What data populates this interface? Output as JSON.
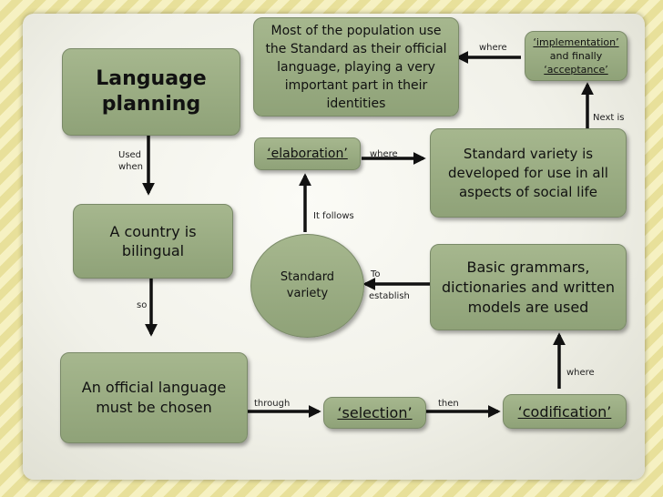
{
  "nodes": {
    "language_planning": "Language planning",
    "country_bilingual": "A country is bilingual",
    "official_language": "An official language must be chosen",
    "selection": "‘selection’",
    "codification": "‘codification’",
    "basic_grammars": "Basic grammars, dictionaries and written models are used",
    "standard_variety": "Standard variety",
    "elaboration": "‘elaboration’",
    "developed": "Standard variety is developed for use in all aspects of social life",
    "implementation_a": "‘implementation’",
    "implementation_b": "and finally",
    "implementation_c": "‘acceptance’",
    "population": "Most of the population use the Standard as their official language, playing a very important part in their identities"
  },
  "edges": {
    "used_when_a": "Used",
    "used_when_b": "when",
    "so": "so",
    "through": "through",
    "then": "then",
    "where_codification": "where",
    "to_establish_a": "To",
    "to_establish_b": "establish",
    "it_follows": "It follows",
    "where_elaboration": "where",
    "next_is": "Next is",
    "where_implementation": "where"
  }
}
